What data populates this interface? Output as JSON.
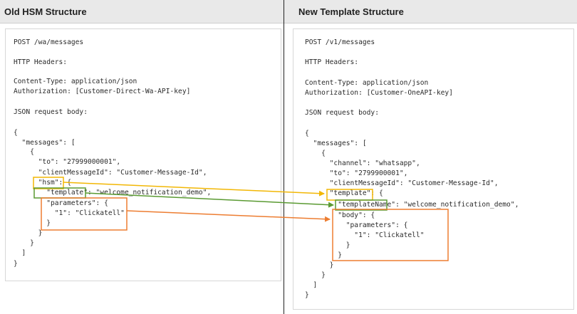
{
  "left_panel": {
    "title": "Old HSM Structure",
    "code": [
      "POST /wa/messages",
      "HTTP Headers:",
      "Content-Type: application/json",
      "Authorization: [Customer-Direct-Wa-API-key]",
      "JSON request body:",
      "{",
      "  \"messages\": [",
      "    {",
      "      \"to\": \"27999000001\",",
      "      \"clientMessageId\": \"Customer-Message-Id\",",
      "      \"hsm\": {",
      "        \"template\": \"welcome_notification_demo\",",
      "        \"parameters\": {",
      "          \"1\": \"Clickatell\"",
      "        }",
      "      }",
      "    }",
      "  ]",
      "}"
    ]
  },
  "right_panel": {
    "title": "New Template Structure",
    "code": [
      "POST /v1/messages",
      "HTTP Headers:",
      "Content-Type: application/json",
      "Authorization: [Customer-OneAPI-key]",
      "JSON request body:",
      "{",
      "  \"messages\": [",
      "    {",
      "      \"channel\": \"whatsapp\",",
      "      \"to\": \"2799900001\",",
      "      \"clientMessageId\": \"Customer-Message-Id\",",
      "      \"template\": {",
      "        \"templateName\": \"welcome_notification_demo\",",
      "        \"body\": {",
      "          \"parameters\": {",
      "            \"1\": \"Clickatell\"",
      "          }",
      "        }",
      "      }",
      "    }",
      "  ]",
      "}"
    ]
  },
  "colors": {
    "yellow": "#f2b705",
    "green": "#5a9a32",
    "orange": "#ed7d31"
  }
}
